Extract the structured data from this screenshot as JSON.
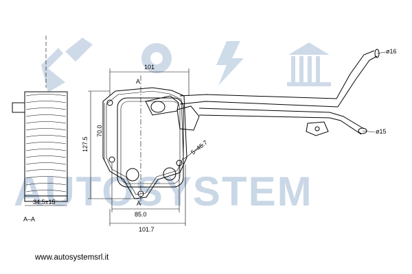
{
  "watermark": {
    "text": "AUTOSYSTEM",
    "color": "#c9d7e6"
  },
  "dimensions": {
    "side_width": "34.5±15",
    "section_label": "A–A",
    "width_top": "101",
    "height_outer": "127.5",
    "height_inner": "70.0",
    "width_inner": "85.0",
    "width_outer": "101.7",
    "angle_label": "5–46.7",
    "section_marker_top": "A",
    "section_marker_bottom": "A",
    "pipe_diameter_top": "ø16",
    "pipe_diameter_side": "ø15"
  },
  "footer": {
    "website": "www.autosystemsrl.it"
  }
}
